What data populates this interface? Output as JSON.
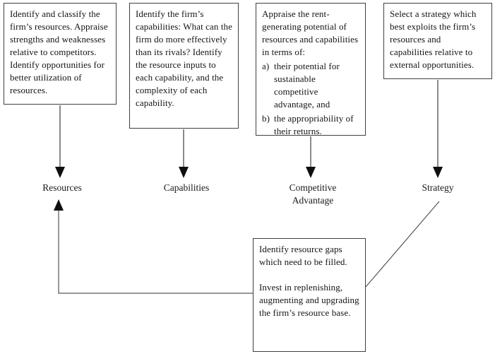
{
  "diagram": {
    "top_boxes": [
      {
        "text": "Identify and classify the firm’s resources. Appraise strengths and weaknesses relative to competitors. Identify opportunities for better utilization of resources."
      },
      {
        "text": "Identify the firm’s capabilities: What can the firm do more effectively than its rivals? Identify the resource inputs to each capability, and the complexity of each capability."
      },
      {
        "intro": "Appraise the rent-generating potential of resources and capabilities in terms of:",
        "items": [
          {
            "marker": "a)",
            "text": "their potential for sustainable competitive advantage, and"
          },
          {
            "marker": "b)",
            "text": "the appropriability of their returns."
          }
        ]
      },
      {
        "text": "Select a strategy which best exploits the firm’s resources and capabilities relative to external opportunities."
      }
    ],
    "stage_labels": [
      "Resources",
      "Capabilities",
      "Competitive Advantage",
      "Strategy"
    ],
    "feedback_box": {
      "paragraph1": "Identify resource gaps which need to be filled.",
      "paragraph2": "Invest in replenishing, augmenting and upgrading the firm’s resource base."
    },
    "colors": {
      "background": "#ffffff",
      "box_border": "#3f3f3f",
      "text": "#141414",
      "flow_line": "#3c3c3c",
      "loop_line": "#565656",
      "arrowhead": "#0f0f0f"
    }
  }
}
